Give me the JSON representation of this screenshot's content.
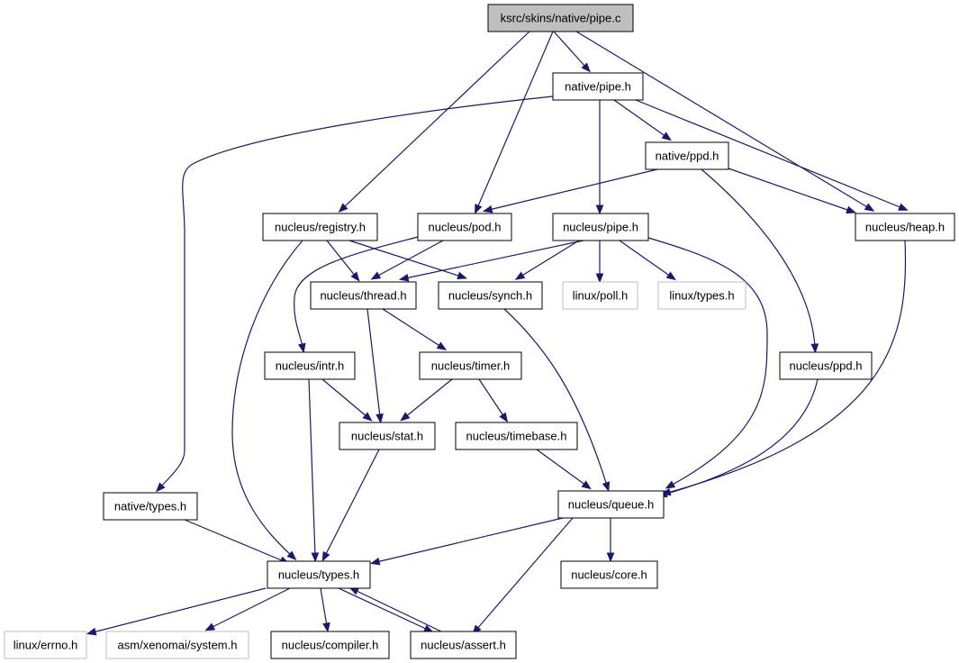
{
  "diagram": {
    "edge_color": "#191970",
    "root_fill": "#bfbfbf",
    "external_stroke": "#bfbfbf",
    "nodes": [
      {
        "id": "pipe_c",
        "label": "ksrc/skins/native/pipe.c",
        "kind": "root"
      },
      {
        "id": "native_pipe_h",
        "label": "native/pipe.h",
        "kind": "normal"
      },
      {
        "id": "native_ppd_h",
        "label": "native/ppd.h",
        "kind": "normal"
      },
      {
        "id": "nucleus_registry_h",
        "label": "nucleus/registry.h",
        "kind": "normal"
      },
      {
        "id": "nucleus_pod_h",
        "label": "nucleus/pod.h",
        "kind": "normal"
      },
      {
        "id": "nucleus_pipe_h",
        "label": "nucleus/pipe.h",
        "kind": "normal"
      },
      {
        "id": "nucleus_heap_h",
        "label": "nucleus/heap.h",
        "kind": "normal"
      },
      {
        "id": "nucleus_thread_h",
        "label": "nucleus/thread.h",
        "kind": "normal"
      },
      {
        "id": "nucleus_synch_h",
        "label": "nucleus/synch.h",
        "kind": "normal"
      },
      {
        "id": "linux_poll_h",
        "label": "linux/poll.h",
        "kind": "external"
      },
      {
        "id": "linux_types_h",
        "label": "linux/types.h",
        "kind": "external"
      },
      {
        "id": "nucleus_intr_h",
        "label": "nucleus/intr.h",
        "kind": "normal"
      },
      {
        "id": "nucleus_timer_h",
        "label": "nucleus/timer.h",
        "kind": "normal"
      },
      {
        "id": "nucleus_ppd_h",
        "label": "nucleus/ppd.h",
        "kind": "normal"
      },
      {
        "id": "nucleus_stat_h",
        "label": "nucleus/stat.h",
        "kind": "normal"
      },
      {
        "id": "nucleus_timebase_h",
        "label": "nucleus/timebase.h",
        "kind": "normal"
      },
      {
        "id": "native_types_h",
        "label": "native/types.h",
        "kind": "normal"
      },
      {
        "id": "nucleus_queue_h",
        "label": "nucleus/queue.h",
        "kind": "normal"
      },
      {
        "id": "nucleus_types_h",
        "label": "nucleus/types.h",
        "kind": "normal"
      },
      {
        "id": "nucleus_core_h",
        "label": "nucleus/core.h",
        "kind": "normal"
      },
      {
        "id": "linux_errno_h",
        "label": "linux/errno.h",
        "kind": "external"
      },
      {
        "id": "asm_system_h",
        "label": "asm/xenomai/system.h",
        "kind": "external"
      },
      {
        "id": "nucleus_compiler_h",
        "label": "nucleus/compiler.h",
        "kind": "normal"
      },
      {
        "id": "nucleus_assert_h",
        "label": "nucleus/assert.h",
        "kind": "normal"
      }
    ],
    "edges": [
      {
        "from": "pipe_c",
        "to": "native_pipe_h"
      },
      {
        "from": "pipe_c",
        "to": "nucleus_registry_h"
      },
      {
        "from": "pipe_c",
        "to": "nucleus_pod_h"
      },
      {
        "from": "pipe_c",
        "to": "nucleus_heap_h"
      },
      {
        "from": "native_pipe_h",
        "to": "native_types_h"
      },
      {
        "from": "native_pipe_h",
        "to": "nucleus_pipe_h"
      },
      {
        "from": "native_pipe_h",
        "to": "native_ppd_h"
      },
      {
        "from": "native_pipe_h",
        "to": "nucleus_heap_h"
      },
      {
        "from": "native_ppd_h",
        "to": "nucleus_pod_h"
      },
      {
        "from": "native_ppd_h",
        "to": "nucleus_heap_h"
      },
      {
        "from": "native_ppd_h",
        "to": "nucleus_ppd_h"
      },
      {
        "from": "nucleus_registry_h",
        "to": "nucleus_thread_h"
      },
      {
        "from": "nucleus_registry_h",
        "to": "nucleus_synch_h"
      },
      {
        "from": "nucleus_registry_h",
        "to": "nucleus_types_h"
      },
      {
        "from": "nucleus_pod_h",
        "to": "nucleus_thread_h"
      },
      {
        "from": "nucleus_pod_h",
        "to": "nucleus_intr_h"
      },
      {
        "from": "nucleus_pipe_h",
        "to": "nucleus_thread_h"
      },
      {
        "from": "nucleus_pipe_h",
        "to": "nucleus_synch_h"
      },
      {
        "from": "nucleus_pipe_h",
        "to": "linux_poll_h"
      },
      {
        "from": "nucleus_pipe_h",
        "to": "linux_types_h"
      },
      {
        "from": "nucleus_pipe_h",
        "to": "nucleus_queue_h"
      },
      {
        "from": "nucleus_heap_h",
        "to": "nucleus_queue_h"
      },
      {
        "from": "nucleus_thread_h",
        "to": "nucleus_timer_h"
      },
      {
        "from": "nucleus_thread_h",
        "to": "nucleus_stat_h"
      },
      {
        "from": "nucleus_synch_h",
        "to": "nucleus_queue_h"
      },
      {
        "from": "nucleus_intr_h",
        "to": "nucleus_stat_h"
      },
      {
        "from": "nucleus_intr_h",
        "to": "nucleus_types_h"
      },
      {
        "from": "nucleus_timer_h",
        "to": "nucleus_stat_h"
      },
      {
        "from": "nucleus_timer_h",
        "to": "nucleus_timebase_h"
      },
      {
        "from": "nucleus_ppd_h",
        "to": "nucleus_queue_h"
      },
      {
        "from": "nucleus_stat_h",
        "to": "nucleus_types_h"
      },
      {
        "from": "nucleus_timebase_h",
        "to": "nucleus_queue_h"
      },
      {
        "from": "native_types_h",
        "to": "nucleus_types_h"
      },
      {
        "from": "nucleus_queue_h",
        "to": "nucleus_types_h"
      },
      {
        "from": "nucleus_queue_h",
        "to": "nucleus_core_h"
      },
      {
        "from": "nucleus_queue_h",
        "to": "nucleus_assert_h"
      },
      {
        "from": "nucleus_types_h",
        "to": "linux_errno_h"
      },
      {
        "from": "nucleus_types_h",
        "to": "asm_system_h"
      },
      {
        "from": "nucleus_types_h",
        "to": "nucleus_compiler_h"
      },
      {
        "from": "nucleus_types_h",
        "to": "nucleus_assert_h"
      },
      {
        "from": "nucleus_assert_h",
        "to": "nucleus_types_h"
      }
    ]
  }
}
